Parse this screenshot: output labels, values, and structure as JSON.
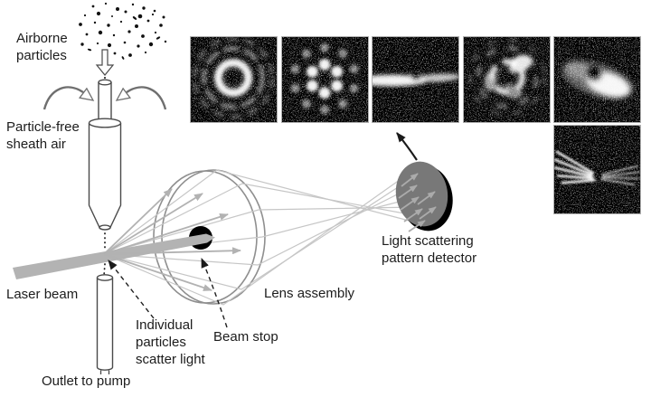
{
  "diagram": {
    "labels": {
      "airborne_particles": "Airborne\nparticles",
      "particle_free_sheath_air": "Particle-free\nsheath air",
      "laser_beam": "Laser beam",
      "outlet_to_pump": "Outlet to pump",
      "individual_particles_scatter_light": "Individual\nparticles\nscatter light",
      "beam_stop": "Beam stop",
      "lens_assembly": "Lens assembly",
      "light_scattering_pattern_detector": "Light scattering\npattern detector"
    },
    "colors": {
      "background": "#ffffff",
      "laser_beam": "#b3b3b3",
      "scattered_rays": "#c6c6c6",
      "arrow_gray": "#b2b2b2",
      "detector_fill": "#787878",
      "beam_stop": "#000000",
      "apparatus_outline": "#4a4a4a",
      "lens_outline": "#8f8f8f",
      "text": "#1c1c1c",
      "pattern_background": "#000000",
      "tile_border": "#b0b0b0"
    },
    "patterns": [
      {
        "name": "concentric-rings-pattern"
      },
      {
        "name": "dot-ring-pattern"
      },
      {
        "name": "horizontal-streak-pattern"
      },
      {
        "name": "irregular-rings-pattern"
      },
      {
        "name": "diagonal-lobe-pattern"
      },
      {
        "name": "fiber-fan-pattern"
      }
    ],
    "icons": {
      "inlet_flow": "hollow-down-arrow",
      "sheath_air": "curved-arrow",
      "scatter_ray": "gray-arrow",
      "pointer": "dashed-black-arrow",
      "detector_pointer": "solid-black-arrow"
    }
  }
}
